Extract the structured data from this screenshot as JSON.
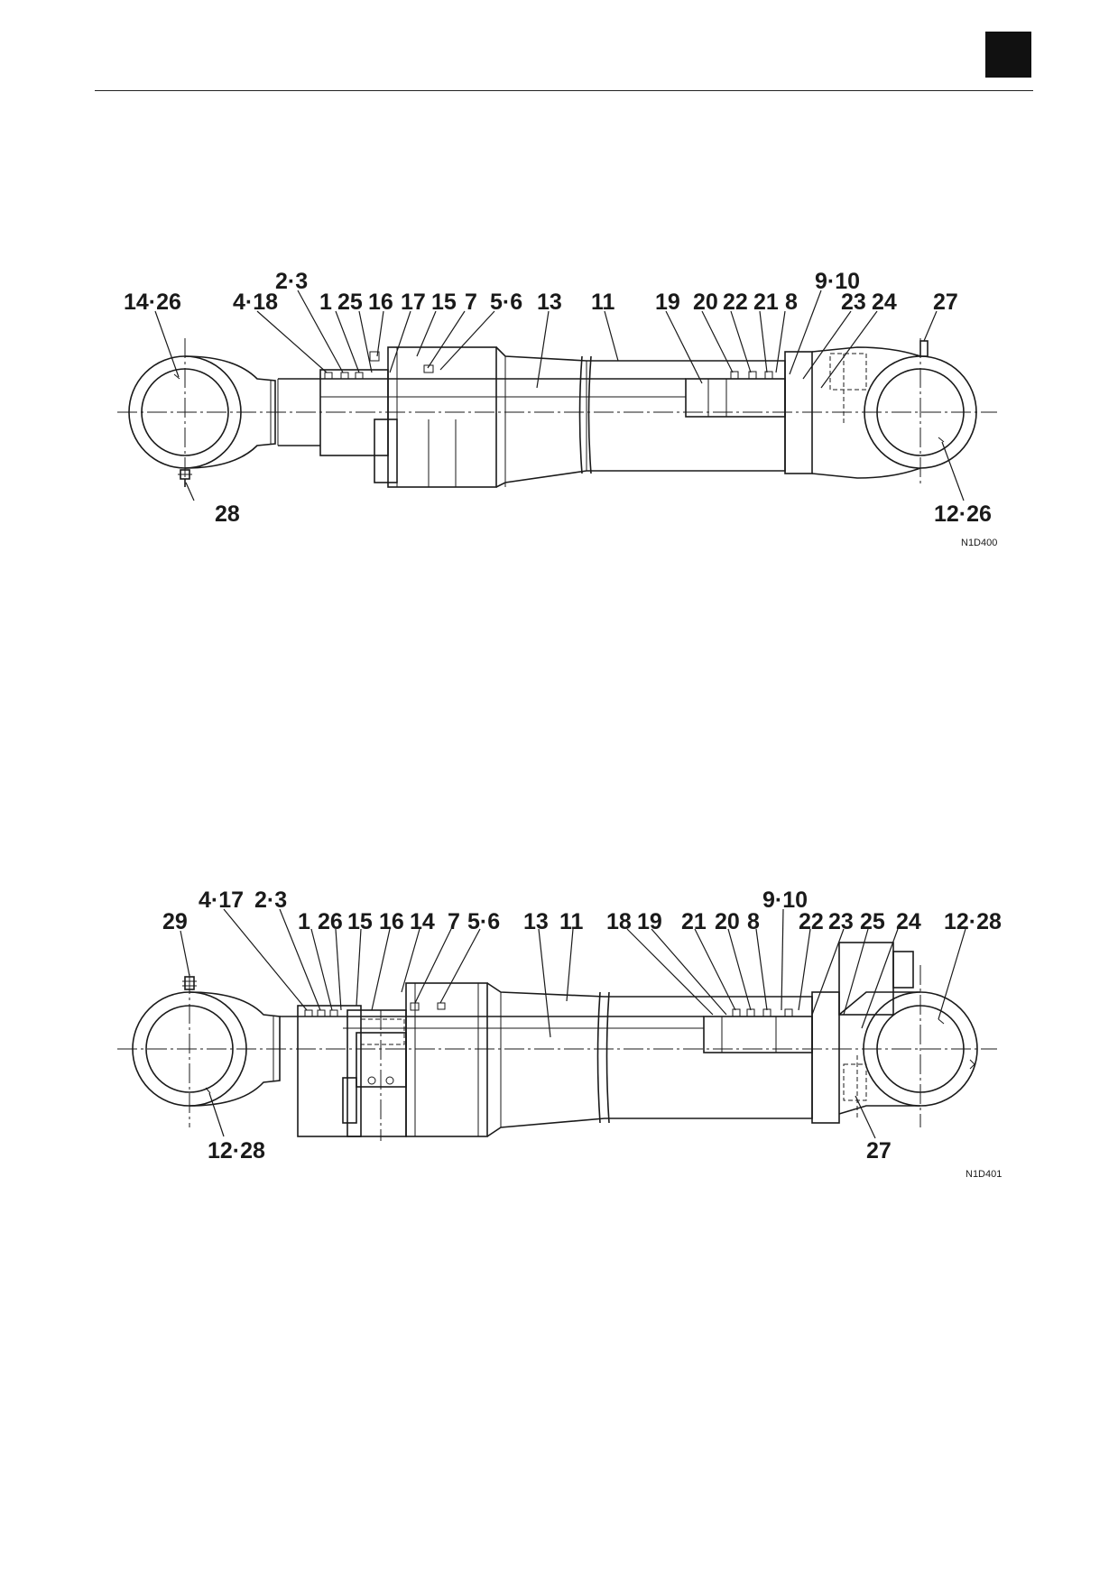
{
  "header": {
    "tab_color": "#111111"
  },
  "figure_top": {
    "code": "N1D400",
    "callouts": [
      "14·26",
      "4·18",
      "2·3",
      "1",
      "25",
      "16",
      "17",
      "15",
      "7",
      "5·6",
      "13",
      "11",
      "19",
      "20",
      "22",
      "21",
      "8",
      "9·10",
      "23",
      "24",
      "27",
      "28",
      "12·26"
    ]
  },
  "figure_bottom": {
    "code": "N1D401",
    "callouts": [
      "29",
      "4·17",
      "2·3",
      "1",
      "26",
      "15",
      "16",
      "14",
      "7",
      "5·6",
      "13",
      "11",
      "18",
      "19",
      "21",
      "20",
      "8",
      "9·10",
      "22",
      "23",
      "25",
      "24",
      "12·28",
      "12·28",
      "27"
    ]
  }
}
